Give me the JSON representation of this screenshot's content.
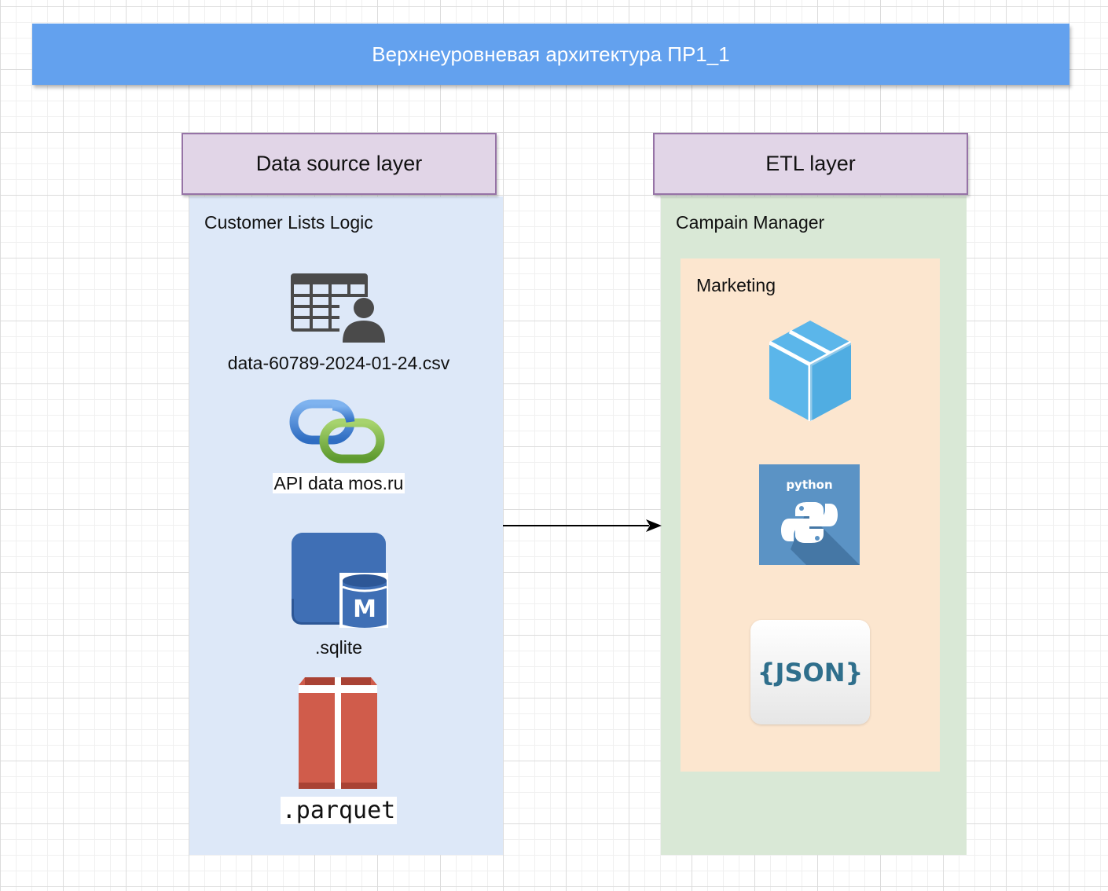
{
  "diagram": {
    "title": "Верхнеуровневая архитектура ПР1_1",
    "layers": [
      {
        "header": "Data source layer",
        "group_label": "Customer Lists Logic",
        "items": [
          {
            "label": "data-60789-2024-01-24.csv",
            "icon": "spreadsheet-user-icon"
          },
          {
            "label": "API data mos.ru",
            "icon": "chain-link-icon"
          },
          {
            "label": ".sqlite",
            "icon": "database-m-icon"
          },
          {
            "label": ".parquet",
            "icon": "storage-box-icon"
          }
        ]
      },
      {
        "header": "ETL layer",
        "group_label": "Campain Manager",
        "subgroup_label": "Marketing",
        "items": [
          {
            "icon": "package-cube-icon"
          },
          {
            "icon": "python-logo-icon",
            "text": "python"
          },
          {
            "icon": "json-icon",
            "text": "{JSON}"
          }
        ]
      }
    ],
    "edges": [
      {
        "from": "Data source layer",
        "to": "ETL layer",
        "arrow": "forward"
      }
    ],
    "colors": {
      "title_bar": "#63a1ee",
      "layer_header_fill": "#e1d5e7",
      "layer_header_border": "#9673a6",
      "data_source_bg": "#dde8f8",
      "etl_bg": "#d9e8d6",
      "marketing_bg": "#fce6cf"
    }
  }
}
